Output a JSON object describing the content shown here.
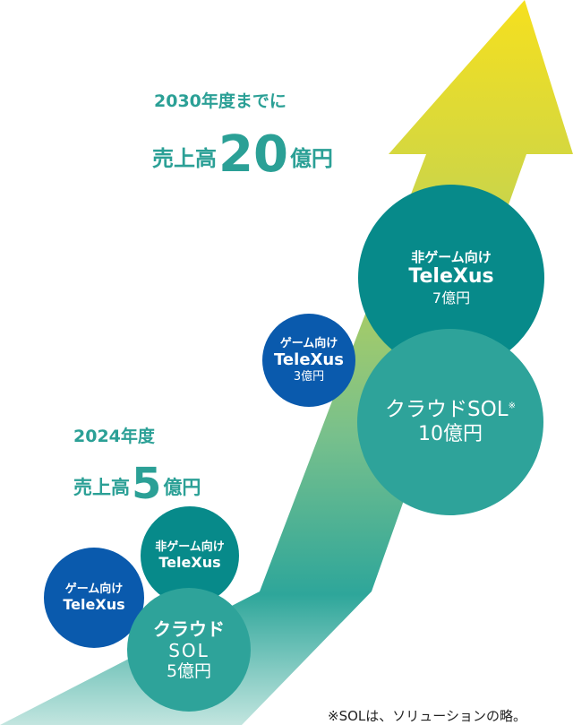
{
  "goal": {
    "year": "2030年度までに",
    "prefix": "売上高",
    "amount": "20",
    "unit": "億円"
  },
  "current": {
    "year": "2024年度",
    "prefix": "売上高",
    "amount": "5",
    "unit": "億円"
  },
  "circles_2024": [
    {
      "label": "ゲーム向け",
      "product": "TeleXus"
    },
    {
      "label": "非ゲーム向け",
      "product": "TeleXus"
    },
    {
      "label": "クラウド",
      "product": "SOL",
      "value": "5億円"
    }
  ],
  "circles_2030": [
    {
      "label": "ゲーム向け",
      "product": "TeleXus",
      "value": "3億円"
    },
    {
      "label": "非ゲーム向け",
      "product": "TeleXus",
      "value": "7億円"
    },
    {
      "label": "クラウドSOL",
      "mark": "※",
      "value": "10億円"
    }
  ],
  "footnote": "※SOLは、ソリューションの略。",
  "colors": {
    "teal_text": "#2ba096",
    "blue": "#0a5aad",
    "teal_dark": "#078a8a",
    "teal_light": "#2ea39a",
    "arrow_top": "#f6e01e"
  }
}
